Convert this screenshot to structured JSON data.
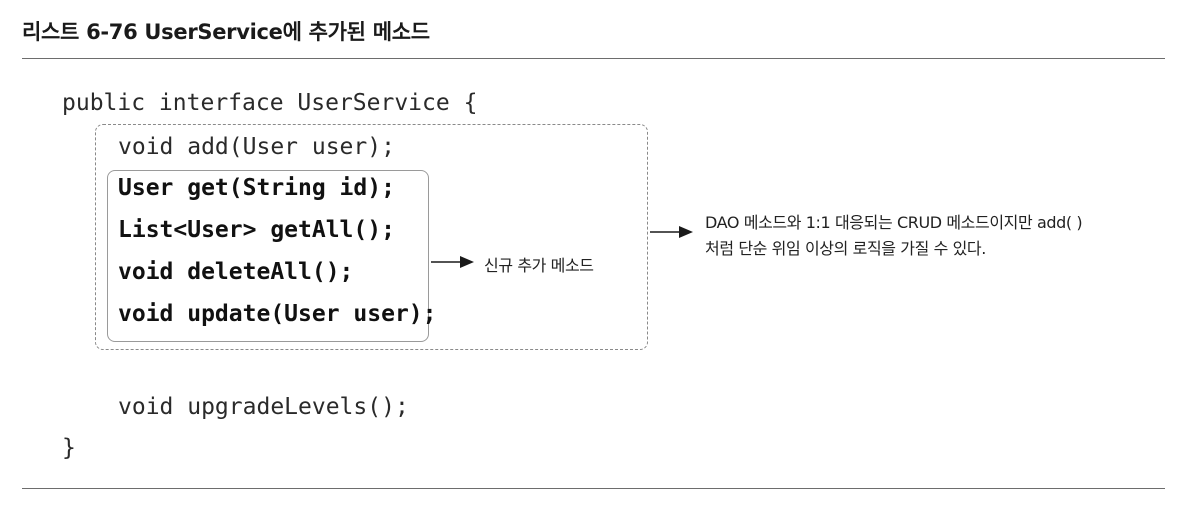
{
  "title": "리스트 6-76 UserService에 추가된 메소드",
  "code": {
    "interface_open": "public interface UserService {",
    "line_add": "void add(User user);",
    "line_get": "User get(String id);",
    "line_getall": "List<User> getAll();",
    "line_deleteall": "void deleteAll();",
    "line_update": "void update(User user);",
    "line_upgrade": "void upgradeLevels();",
    "interface_close": "}"
  },
  "annotations": {
    "new_methods": "신규 추가 메소드",
    "crud_note_line1": "DAO 메소드와 1:1 대응되는 CRUD 메소드이지만 add( )",
    "crud_note_line2": "처럼 단순 위임 이상의 로직을 가질 수 있다."
  }
}
